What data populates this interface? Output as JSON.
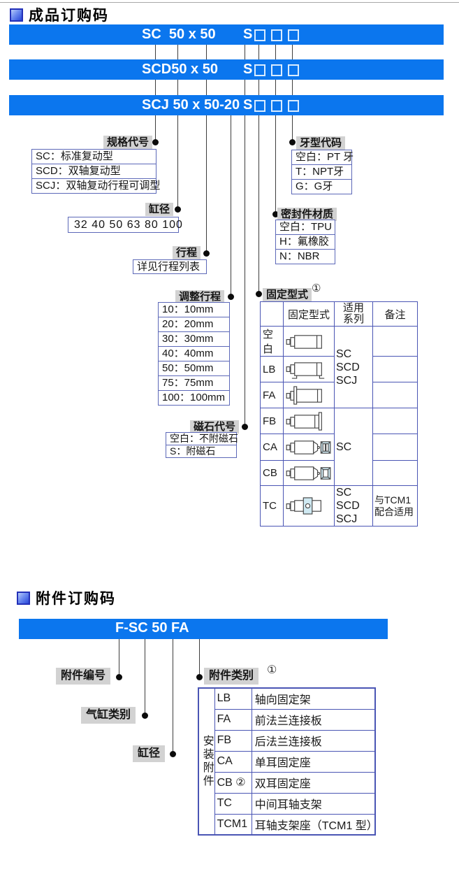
{
  "sections": {
    "product_title": "成品订购码",
    "accessory_title": "附件订购码"
  },
  "product_bars": {
    "bar1_model": "SC  50 x 50",
    "bar1_s": "S",
    "bar2_model": "SCD50 x 50",
    "bar2_s": "S",
    "bar3_model": "SCJ 50 x 50-20",
    "bar3_s": "S"
  },
  "callouts": {
    "spec": "规格代号",
    "bore": "缸径",
    "stroke": "行程",
    "adjust": "调整行程",
    "magnet": "磁石代号",
    "fixing": "固定型式",
    "fixing_sup": "①",
    "thread": "牙型代码",
    "seal": "密封件材质"
  },
  "boxes": {
    "spec": [
      "SC：标准复动型",
      "SCD：双轴复动型",
      "SCJ：双轴复动行程可调型"
    ],
    "bore": "32 40 50 63 80 100",
    "stroke": "详见行程列表",
    "adjust": [
      "10：10mm",
      "20：20mm",
      "30：30mm",
      "40：40mm",
      "50：50mm",
      "75：75mm",
      "100：100mm"
    ],
    "magnet": [
      "空白：不附磁石",
      "S：附磁石"
    ],
    "thread": [
      "空白：PT 牙",
      "T：NPT牙",
      "G：G牙"
    ],
    "seal": [
      "空白：TPU",
      "H：氟橡胶",
      "N：NBR"
    ]
  },
  "fixing_table": {
    "headers": {
      "code": "",
      "type": "固定型式",
      "series": "适用\n系列",
      "note": "备注"
    },
    "codes": [
      "空白",
      "LB",
      "FA",
      "FB",
      "CA",
      "CB",
      "TC"
    ],
    "icons": [
      "cylinder-basic-icon",
      "cylinder-foot-mount-icon",
      "cylinder-front-flange-icon",
      "cylinder-rear-flange-icon",
      "cylinder-single-clevis-icon",
      "cylinder-double-clevis-icon",
      "cylinder-trunnion-icon"
    ],
    "series_group1": "SC\nSCD\nSCJ",
    "series_group2": "SC",
    "series_tc": "SC SCD\nSCJ",
    "note_tc": "与TCM1\n配合适用"
  },
  "accessory": {
    "bar_text": "F-SC 50 FA",
    "callouts": {
      "number": "附件编号",
      "cyl_type": "气缸类别",
      "bore": "缸径",
      "category": "附件类别",
      "category_sup": "①"
    },
    "table": {
      "vertical_header": "安装附件",
      "rows": [
        {
          "code": "LB",
          "name": "轴向固定架"
        },
        {
          "code": "FA",
          "name": "前法兰连接板"
        },
        {
          "code": "FB",
          "name": "后法兰连接板"
        },
        {
          "code": "CA",
          "name": "单耳固定座"
        },
        {
          "code": "CB ②",
          "name": "双耳固定座"
        },
        {
          "code": "TC",
          "name": "中间耳轴支架"
        },
        {
          "code": "TCM1",
          "name": "耳轴支架座（TCM1 型）"
        }
      ]
    }
  },
  "colors": {
    "bar_blue": "#0b76ee",
    "label_gray": "#d2d2d2",
    "box_border": "#5c68b8",
    "table_border": "#4a55b4"
  }
}
